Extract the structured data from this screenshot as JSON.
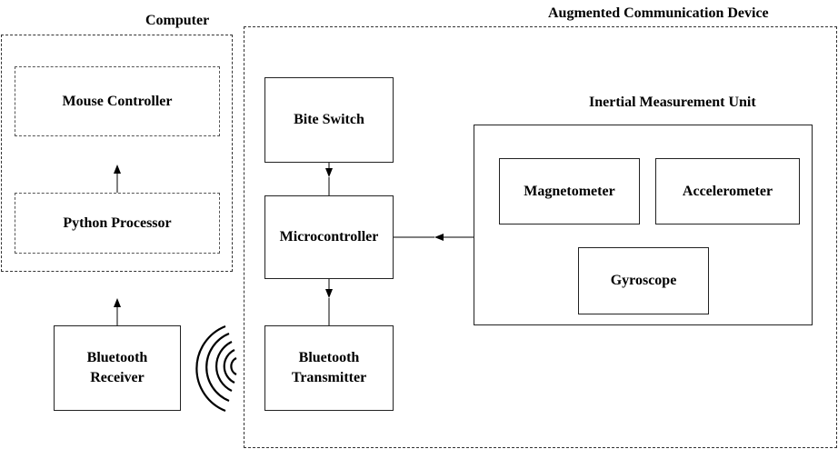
{
  "computer": {
    "title": "Computer",
    "mouse_controller": "Mouse Controller",
    "python_processor": "Python Processor"
  },
  "bluetooth_receiver": {
    "line1": "Bluetooth",
    "line2": "Receiver"
  },
  "device": {
    "title": "Augmented Communication Device",
    "bite_switch": "Bite Switch",
    "microcontroller": "Microcontroller",
    "bluetooth_transmitter": {
      "line1": "Bluetooth",
      "line2": "Transmitter"
    },
    "imu": {
      "title": "Inertial Measurement Unit",
      "magnetometer": "Magnetometer",
      "accelerometer": "Accelerometer",
      "gyroscope": "Gyroscope"
    }
  }
}
